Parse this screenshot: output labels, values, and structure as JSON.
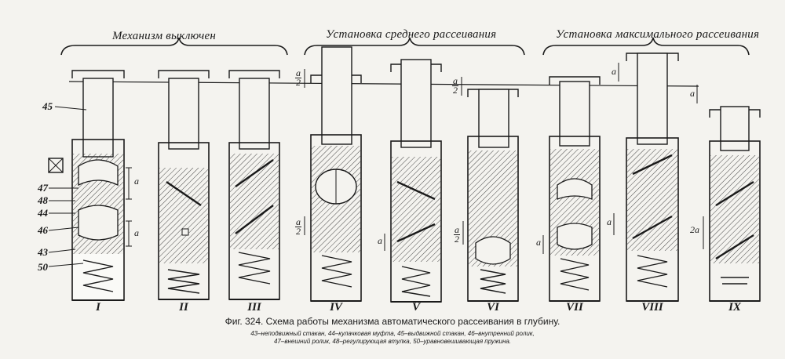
{
  "groups": [
    {
      "title": "Механизм выключен"
    },
    {
      "title": "Установка среднего рассеивания"
    },
    {
      "title": "Установка максимального рассеивания"
    }
  ],
  "ref_labels": {
    "r45": "45",
    "r47": "47",
    "r48": "48",
    "r44": "44",
    "r46": "46",
    "r43": "43",
    "r50": "50"
  },
  "positions": [
    "I",
    "II",
    "III",
    "IV",
    "V",
    "VI",
    "VII",
    "VIII",
    "IX"
  ],
  "dims": {
    "a": "a",
    "two": "2",
    "two_a": "2a"
  },
  "caption": "Фиг. 324. Схема работы механизма автоматического рассеивания в глубину.",
  "legend_line1": "43–неподвижный стакан, 44–кулачковая муфта, 45–выдвижной стакан, 46–внутренний ролик,",
  "legend_line2": "47–внешний ролик, 48–регулирующая втулка, 50–уравновешивающая пружина."
}
